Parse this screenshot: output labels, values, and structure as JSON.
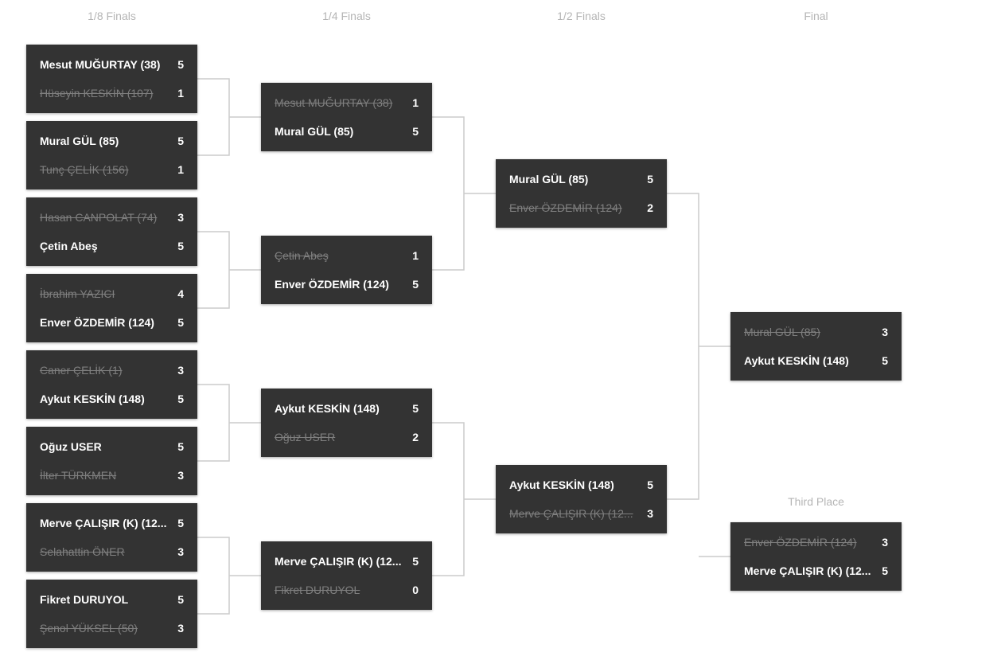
{
  "rounds": {
    "r16": "1/8 Finals",
    "qf": "1/4 Finals",
    "sf": "1/2 Finals",
    "final": "Final",
    "third": "Third Place"
  },
  "matches": {
    "r16_1": {
      "p1": {
        "name": "Mesut MUĞURTAY (38)",
        "score": "5"
      },
      "p2": {
        "name": "Hüseyin KESKİN (107)",
        "score": "1"
      },
      "winner": 1
    },
    "r16_2": {
      "p1": {
        "name": "Mural GÜL (85)",
        "score": "5"
      },
      "p2": {
        "name": "Tunç ÇELİK (156)",
        "score": "1"
      },
      "winner": 1
    },
    "r16_3": {
      "p1": {
        "name": "Hasan CANPOLAT (74)",
        "score": "3"
      },
      "p2": {
        "name": "Çetin Abeş",
        "score": "5"
      },
      "winner": 2
    },
    "r16_4": {
      "p1": {
        "name": "İbrahim YAZICI",
        "score": "4"
      },
      "p2": {
        "name": "Enver ÖZDEMİR (124)",
        "score": "5"
      },
      "winner": 2
    },
    "r16_5": {
      "p1": {
        "name": "Caner ÇELİK (1)",
        "score": "3"
      },
      "p2": {
        "name": "Aykut KESKİN (148)",
        "score": "5"
      },
      "winner": 2
    },
    "r16_6": {
      "p1": {
        "name": "Oğuz USER",
        "score": "5"
      },
      "p2": {
        "name": "İlter TÜRKMEN",
        "score": "3"
      },
      "winner": 1
    },
    "r16_7": {
      "p1": {
        "name": "Merve ÇALIŞIR (K) (12...",
        "score": "5"
      },
      "p2": {
        "name": "Selahattin ÖNER",
        "score": "3"
      },
      "winner": 1
    },
    "r16_8": {
      "p1": {
        "name": "Fikret DURUYOL",
        "score": "5"
      },
      "p2": {
        "name": "Şenol YÜKSEL (50)",
        "score": "3"
      },
      "winner": 1
    },
    "qf_1": {
      "p1": {
        "name": "Mesut MUĞURTAY (38)",
        "score": "1"
      },
      "p2": {
        "name": "Mural GÜL (85)",
        "score": "5"
      },
      "winner": 2
    },
    "qf_2": {
      "p1": {
        "name": "Çetin Abeş",
        "score": "1"
      },
      "p2": {
        "name": "Enver ÖZDEMİR (124)",
        "score": "5"
      },
      "winner": 2
    },
    "qf_3": {
      "p1": {
        "name": "Aykut KESKİN (148)",
        "score": "5"
      },
      "p2": {
        "name": "Oğuz USER",
        "score": "2"
      },
      "winner": 1
    },
    "qf_4": {
      "p1": {
        "name": "Merve ÇALIŞIR (K) (12...",
        "score": "5"
      },
      "p2": {
        "name": "Fikret DURUYOL",
        "score": "0"
      },
      "winner": 1
    },
    "sf_1": {
      "p1": {
        "name": "Mural GÜL (85)",
        "score": "5"
      },
      "p2": {
        "name": "Enver ÖZDEMİR (124)",
        "score": "2"
      },
      "winner": 1
    },
    "sf_2": {
      "p1": {
        "name": "Aykut KESKİN (148)",
        "score": "5"
      },
      "p2": {
        "name": "Merve ÇALIŞIR (K) (12...",
        "score": "3"
      },
      "winner": 1
    },
    "final": {
      "p1": {
        "name": "Mural GÜL (85)",
        "score": "3"
      },
      "p2": {
        "name": "Aykut KESKİN (148)",
        "score": "5"
      },
      "winner": 2
    },
    "third": {
      "p1": {
        "name": "Enver ÖZDEMİR (124)",
        "score": "3"
      },
      "p2": {
        "name": "Merve ÇALIŞIR (K) (12...",
        "score": "5"
      },
      "winner": 2
    }
  },
  "colors": {
    "card": "#333333",
    "winner_text": "#ffffff",
    "loser_text": "#7f7f7f",
    "connector": "#cccccc",
    "round_title": "#b5b5b5"
  }
}
